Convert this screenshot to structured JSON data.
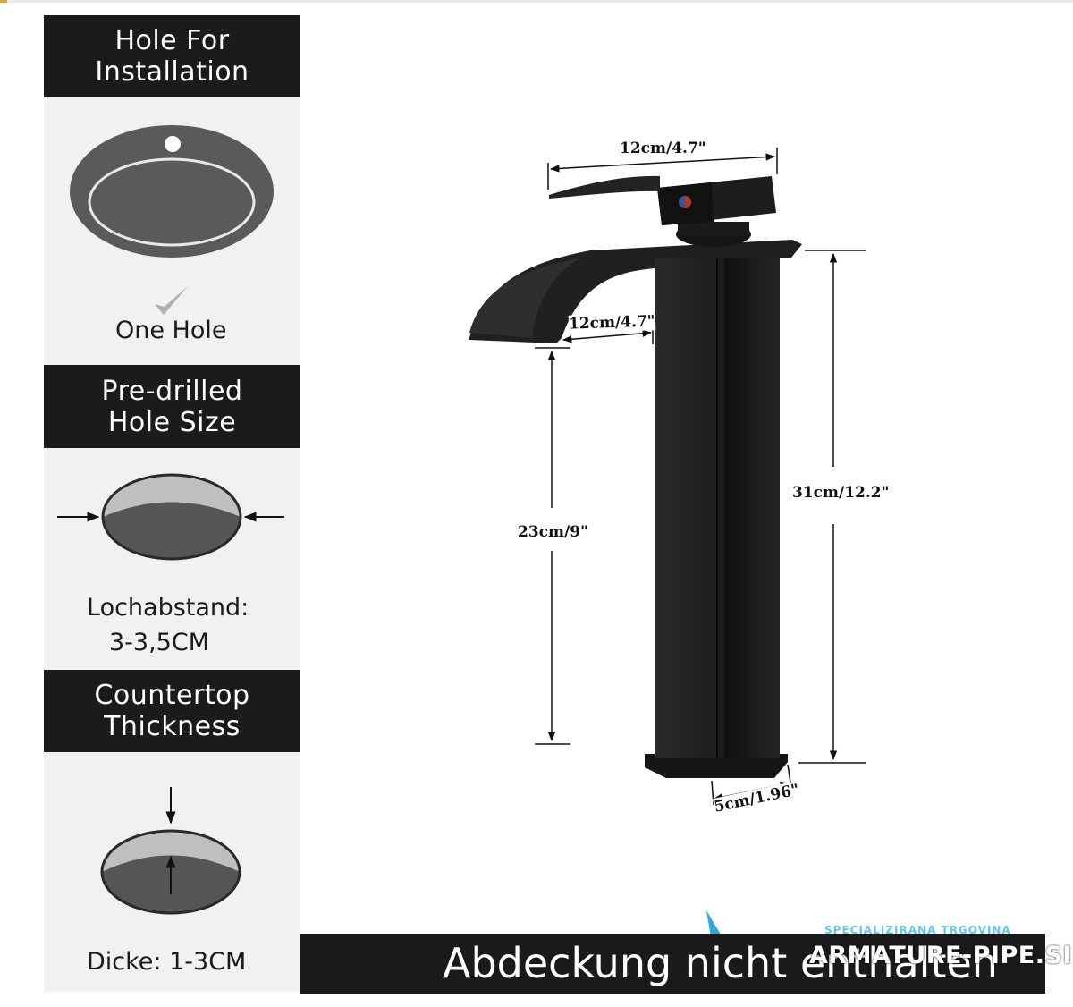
{
  "sidebar": {
    "sections": [
      {
        "title_line1": "Hole For",
        "title_line2": "Installation",
        "caption": "One Hole"
      },
      {
        "title_line1": "Pre-drilled",
        "title_line2": "Hole Size",
        "caption_line1": "Lochabstand:",
        "caption_line2": "3-3,5CM"
      },
      {
        "title_line1": "Countertop",
        "title_line2": "Thickness",
        "caption": "Dicke: 1-3CM"
      }
    ]
  },
  "dimensions": {
    "top_width": "12cm/4.7\"",
    "spout_reach": "12cm/4.7\"",
    "spout_height": "23cm/9\"",
    "total_height": "31cm/12.2\"",
    "base_width": "5cm/1.96\""
  },
  "banner": {
    "text": "Abdeckung nicht enthalten"
  },
  "watermark": {
    "tagline": "SPECIALIZIRANA TRGOVINA",
    "brand": "ARMATURE-PIPE.SI"
  },
  "colors": {
    "header_bg": "#1b1b1b",
    "panel_bg": "#f1f1f1",
    "faucet": "#1c1c1c",
    "logo_blue": "#29a9e1"
  }
}
